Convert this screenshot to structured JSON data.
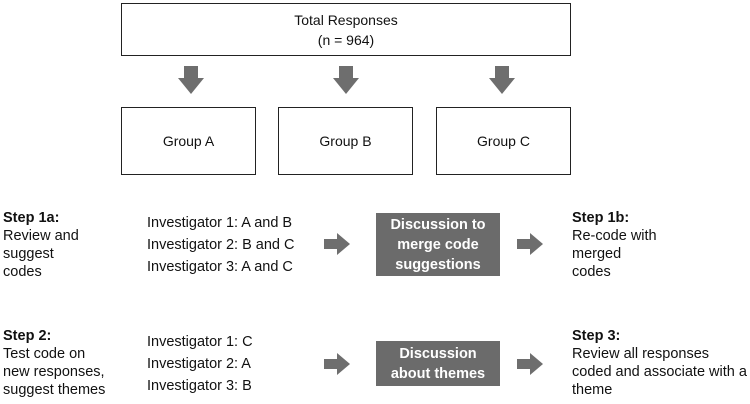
{
  "top": {
    "title": "Total Responses",
    "subtitle": "(n = 964)"
  },
  "groups": [
    "Group A",
    "Group B",
    "Group C"
  ],
  "rows": [
    {
      "left_label": "Step 1a:",
      "left_lines": [
        "Review and",
        "suggest",
        "codes"
      ],
      "investigators": [
        "Investigator 1: A and B",
        "Investigator 2: B and C",
        "Investigator 3: A and C"
      ],
      "discussion_lines": [
        "Discussion to",
        "merge code",
        "suggestions"
      ],
      "right_label": "Step 1b:",
      "right_lines": [
        "Re-code with",
        "merged",
        "codes"
      ]
    },
    {
      "left_label": "Step 2:",
      "left_lines": [
        "Test code on",
        "new responses,",
        "suggest themes"
      ],
      "investigators": [
        "Investigator 1: C",
        "Investigator 2: A",
        "Investigator 3: B"
      ],
      "discussion_lines": [
        "Discussion",
        "about themes"
      ],
      "right_label": "Step 3:",
      "right_lines": [
        "Review all responses",
        "coded and associate with a",
        "theme"
      ]
    }
  ],
  "colors": {
    "arrow": "#6e6e6e",
    "discussion_fill": "#6b6b6b"
  }
}
